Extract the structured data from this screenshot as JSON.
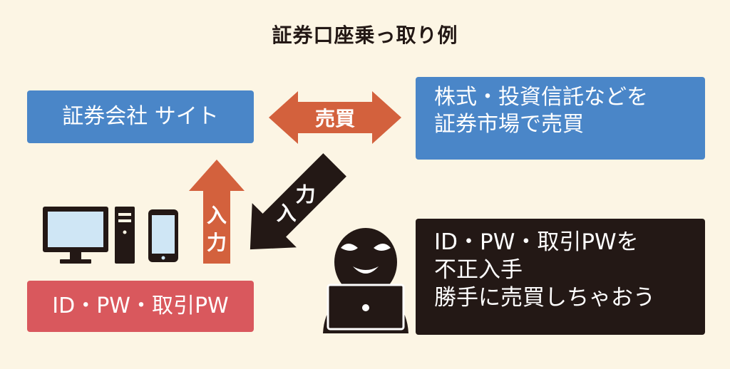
{
  "title": "証券口座乗っ取り例",
  "site_box": {
    "label": "証券会社 サイト"
  },
  "market_box": {
    "lines": [
      "株式・投資信託などを",
      "証券市場で売買"
    ]
  },
  "credentials_box": {
    "label": "ID・PW・取引PW"
  },
  "fraud_box": {
    "lines": [
      "ID・PW・取引PWを",
      "不正入手",
      "勝手に売買しちゃおう"
    ]
  },
  "arrows": {
    "trade_label": "売買",
    "user_input_label": "入力",
    "attacker_input_label": "入力"
  },
  "icons": [
    "monitor-icon",
    "desktop-tower-icon",
    "smartphone-icon",
    "hacker-icon"
  ],
  "colors": {
    "background": "#fcf5e4",
    "blue": "#4a86c8",
    "red_box": "#d9585d",
    "arrow_orange": "#d3613d",
    "dark": "#231815",
    "device_screen": "#cfe6f5"
  }
}
